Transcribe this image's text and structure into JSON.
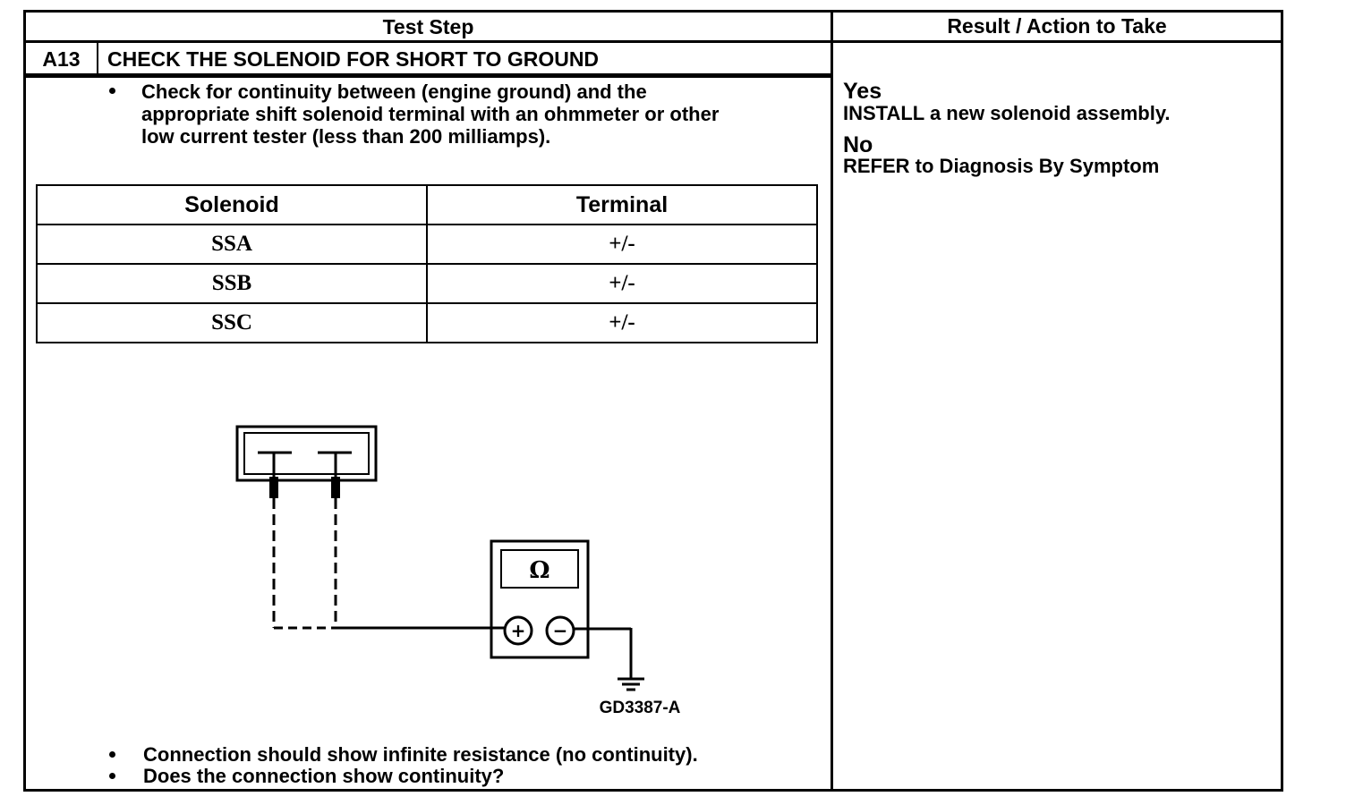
{
  "header": {
    "test_step": "Test Step",
    "result_action": "Result / Action to Take"
  },
  "step": {
    "id": "A13",
    "title": "CHECK THE SOLENOID FOR SHORT TO GROUND"
  },
  "instructions": {
    "bullet1_line1": "Check for continuity between (engine ground) and the",
    "bullet1_line2": "appropriate shift solenoid terminal with an ohmmeter or other",
    "bullet1_line3": "low current tester (less than 200 milliamps).",
    "bullet2": "Connection should show infinite resistance (no continuity).",
    "bullet3": "Does the connection show continuity?"
  },
  "table": {
    "headers": [
      "Solenoid",
      "Terminal"
    ],
    "rows": [
      [
        "SSA",
        "+/-"
      ],
      [
        "SSB",
        "+/-"
      ],
      [
        "SSC",
        "+/-"
      ]
    ]
  },
  "diagram": {
    "meter_symbol": "Ω",
    "plus": "+",
    "minus": "−",
    "figure_id": "GD3387-A"
  },
  "results": {
    "yes_label": "Yes",
    "yes_action": "INSTALL a new solenoid assembly.",
    "no_label": "No",
    "no_action": "REFER to Diagnosis By Symptom"
  }
}
